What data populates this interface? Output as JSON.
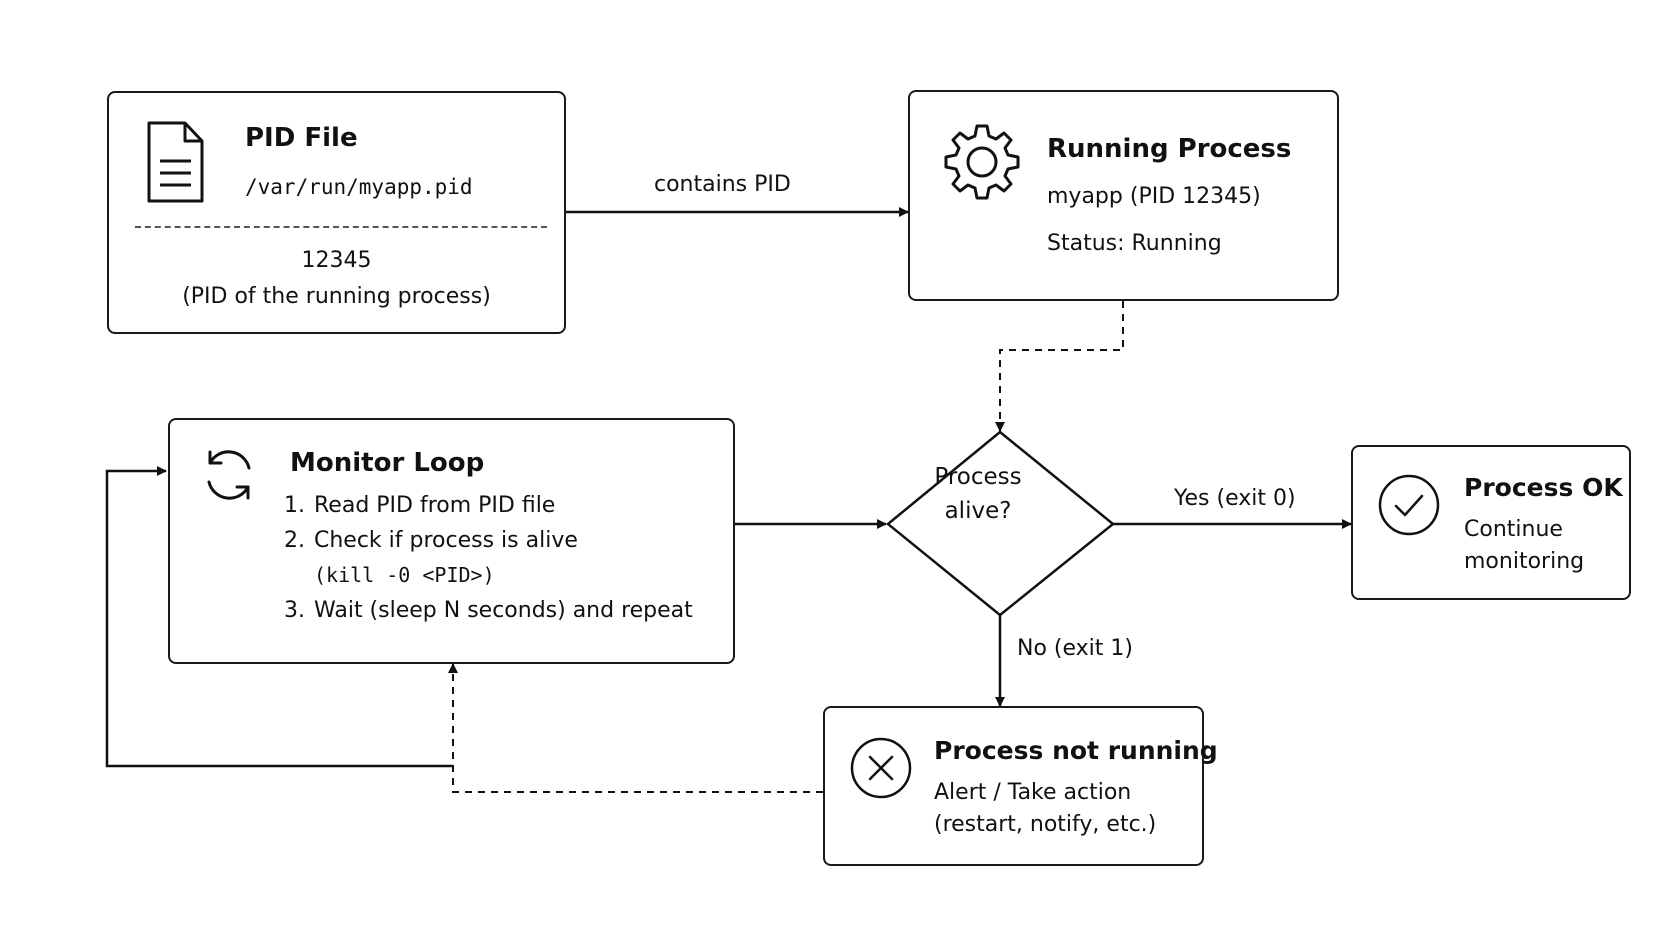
{
  "pid_file": {
    "title": "PID File",
    "path": "/var/run/myapp.pid",
    "pid_value": "12345",
    "pid_caption": "(PID of the running process)",
    "icon": "file-icon"
  },
  "running_process": {
    "title": "Running Process",
    "name_line": "myapp (PID 12345)",
    "status_line": "Status: Running",
    "icon": "gear-icon"
  },
  "monitor_loop": {
    "title": "Monitor Loop",
    "icon": "refresh-icon",
    "steps": [
      "Read PID from PID file",
      "Check if process is alive",
      "Wait (sleep N seconds) and repeat"
    ],
    "step2_sub": "(kill -0 <PID>)"
  },
  "decision": {
    "line1": "Process",
    "line2": "alive?"
  },
  "process_ok": {
    "title": "Process OK",
    "line1": "Continue",
    "line2": "monitoring",
    "icon": "check-circle-icon"
  },
  "process_not_running": {
    "title": "Process not running",
    "line1": "Alert / Take action",
    "line2": "(restart, notify, etc.)",
    "icon": "x-circle-icon"
  },
  "edges": {
    "contains_pid": "contains PID",
    "yes": "Yes (exit 0)",
    "no": "No (exit 1)"
  }
}
